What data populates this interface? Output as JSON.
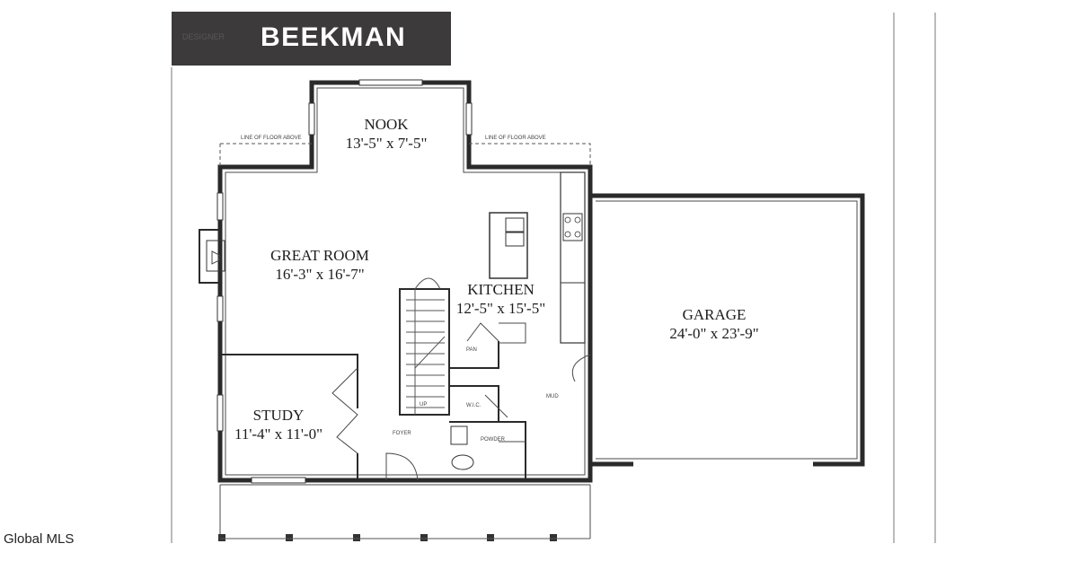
{
  "plan": {
    "title": "BEEKMAN",
    "banner_faint_text": "DESIGNER",
    "rooms": {
      "nook": {
        "name": "NOOK",
        "dims": "13'-5\" x 7'-5\""
      },
      "great_room": {
        "name": "GREAT ROOM",
        "dims": "16'-3\" x 16'-7\""
      },
      "kitchen": {
        "name": "KITCHEN",
        "dims": "12'-5\" x 15'-5\""
      },
      "garage": {
        "name": "GARAGE",
        "dims": "24'-0\" x 23'-9\""
      },
      "study": {
        "name": "STUDY",
        "dims": "11'-4\" x 11'-0\""
      }
    },
    "small_labels": {
      "line_floor_left": "LINE OF FLOOR ABOVE",
      "line_floor_right": "LINE OF FLOOR ABOVE",
      "pantry": "PAN",
      "wic": "W.I.C.",
      "mud": "MUD",
      "foyer": "FOYER",
      "powder": "POWDER",
      "up": "UP"
    }
  },
  "footer": {
    "credit": "Global MLS"
  }
}
